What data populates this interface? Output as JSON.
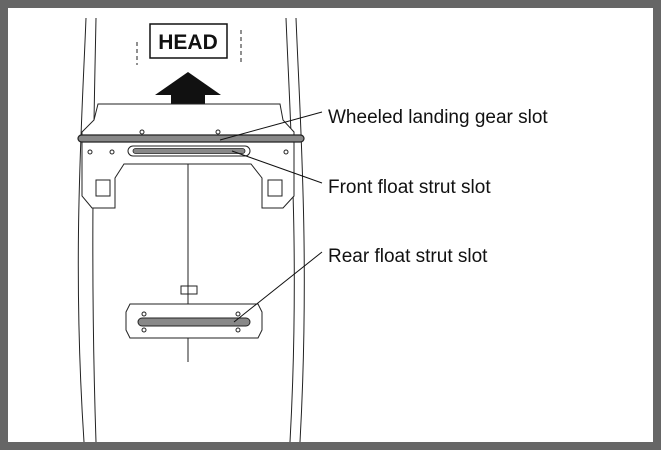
{
  "diagram": {
    "direction_label": "HEAD",
    "callouts": {
      "wheeled_gear_slot": "Wheeled landing gear slot",
      "front_float_strut_slot": "Front float strut slot",
      "rear_float_strut_slot": "Rear float strut slot"
    },
    "colors": {
      "frame": "#666666",
      "line": "#222222",
      "slot_fill": "#888888"
    }
  }
}
